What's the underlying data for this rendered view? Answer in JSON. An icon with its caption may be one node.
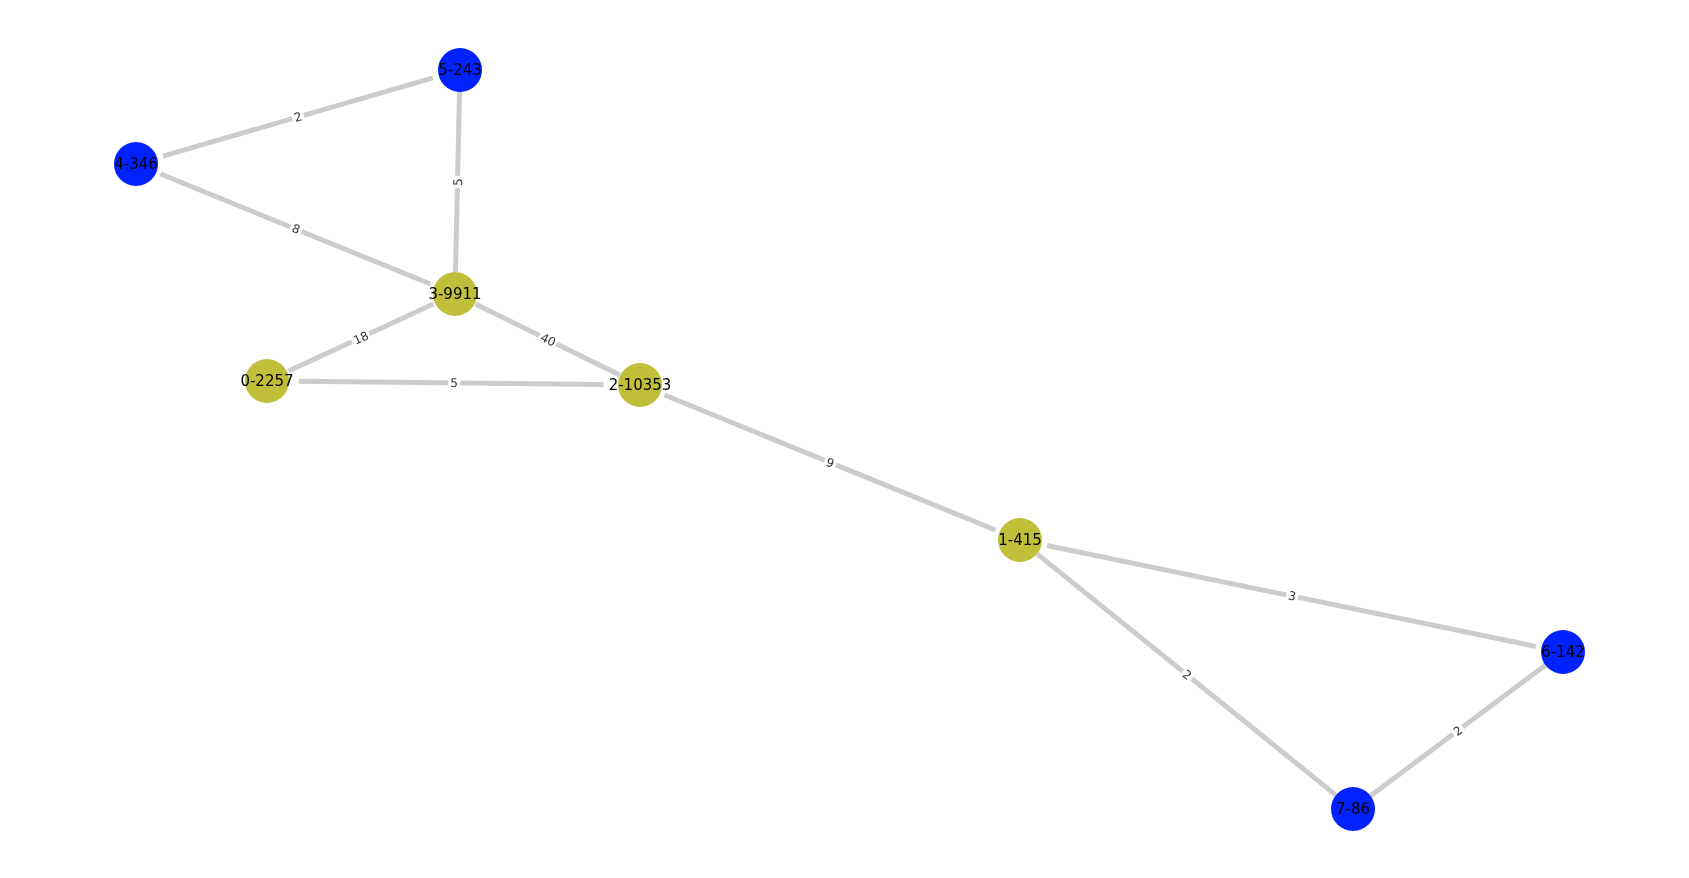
{
  "diagram": {
    "nodes": [
      {
        "text": [
          "5-243"
        ]
      },
      {
        "text": [
          "4-346"
        ]
      },
      {
        "text": [
          "3-9911"
        ]
      },
      {
        "text": [
          "0-2257"
        ]
      },
      {
        "text": [
          "2-10353"
        ]
      },
      {
        "text": [
          "1-415"
        ]
      },
      {
        "text": [
          "6-142"
        ]
      },
      {
        "text": [
          "7-86"
        ]
      }
    ],
    "edges": [
      {
        "from": 1,
        "to": 0,
        "arrow": "none",
        "label": "2"
      },
      {
        "from": 0,
        "to": 2,
        "arrow": "none",
        "label": "5"
      },
      {
        "from": 1,
        "to": 2,
        "arrow": "none",
        "label": "8"
      },
      {
        "from": 3,
        "to": 2,
        "arrow": "none",
        "label": "18"
      },
      {
        "from": 2,
        "to": 4,
        "arrow": "none",
        "label": "40"
      },
      {
        "from": 3,
        "to": 4,
        "arrow": "none",
        "label": "5"
      },
      {
        "from": 4,
        "to": 5,
        "arrow": "none",
        "label": "9"
      },
      {
        "from": 5,
        "to": 6,
        "arrow": "none",
        "label": "3"
      },
      {
        "from": 5,
        "to": 7,
        "arrow": "none",
        "label": "2"
      },
      {
        "from": 6,
        "to": 7,
        "arrow": "none",
        "label": "2"
      }
    ]
  }
}
